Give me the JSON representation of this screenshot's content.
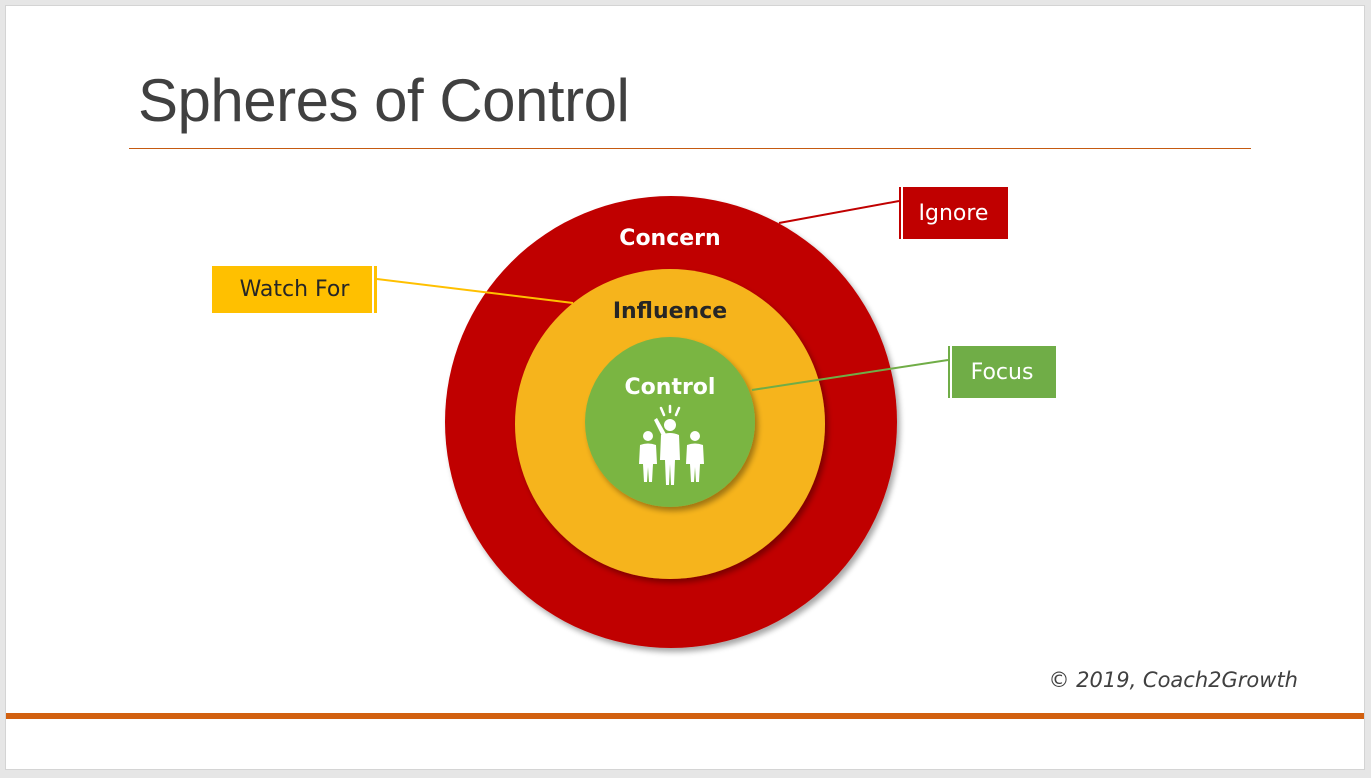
{
  "slide": {
    "title": "Spheres of Control",
    "copyright": "© 2019, Coach2Growth"
  },
  "diagram": {
    "rings": [
      {
        "label": "Concern",
        "color": "#c00000"
      },
      {
        "label": "Influence",
        "color": "#f6b41e"
      },
      {
        "label": "Control",
        "color": "#7ab542",
        "icon": "team-leader-icon"
      }
    ],
    "callouts": {
      "ignore": {
        "label": "Ignore",
        "color": "#c00000"
      },
      "watch_for": {
        "label": "Watch For",
        "color": "#ffc000"
      },
      "focus": {
        "label": "Focus",
        "color": "#70ad47"
      }
    }
  },
  "colors": {
    "title_rule": "#c55a11",
    "footer_bar": "#d2600f",
    "text": "#404040"
  }
}
